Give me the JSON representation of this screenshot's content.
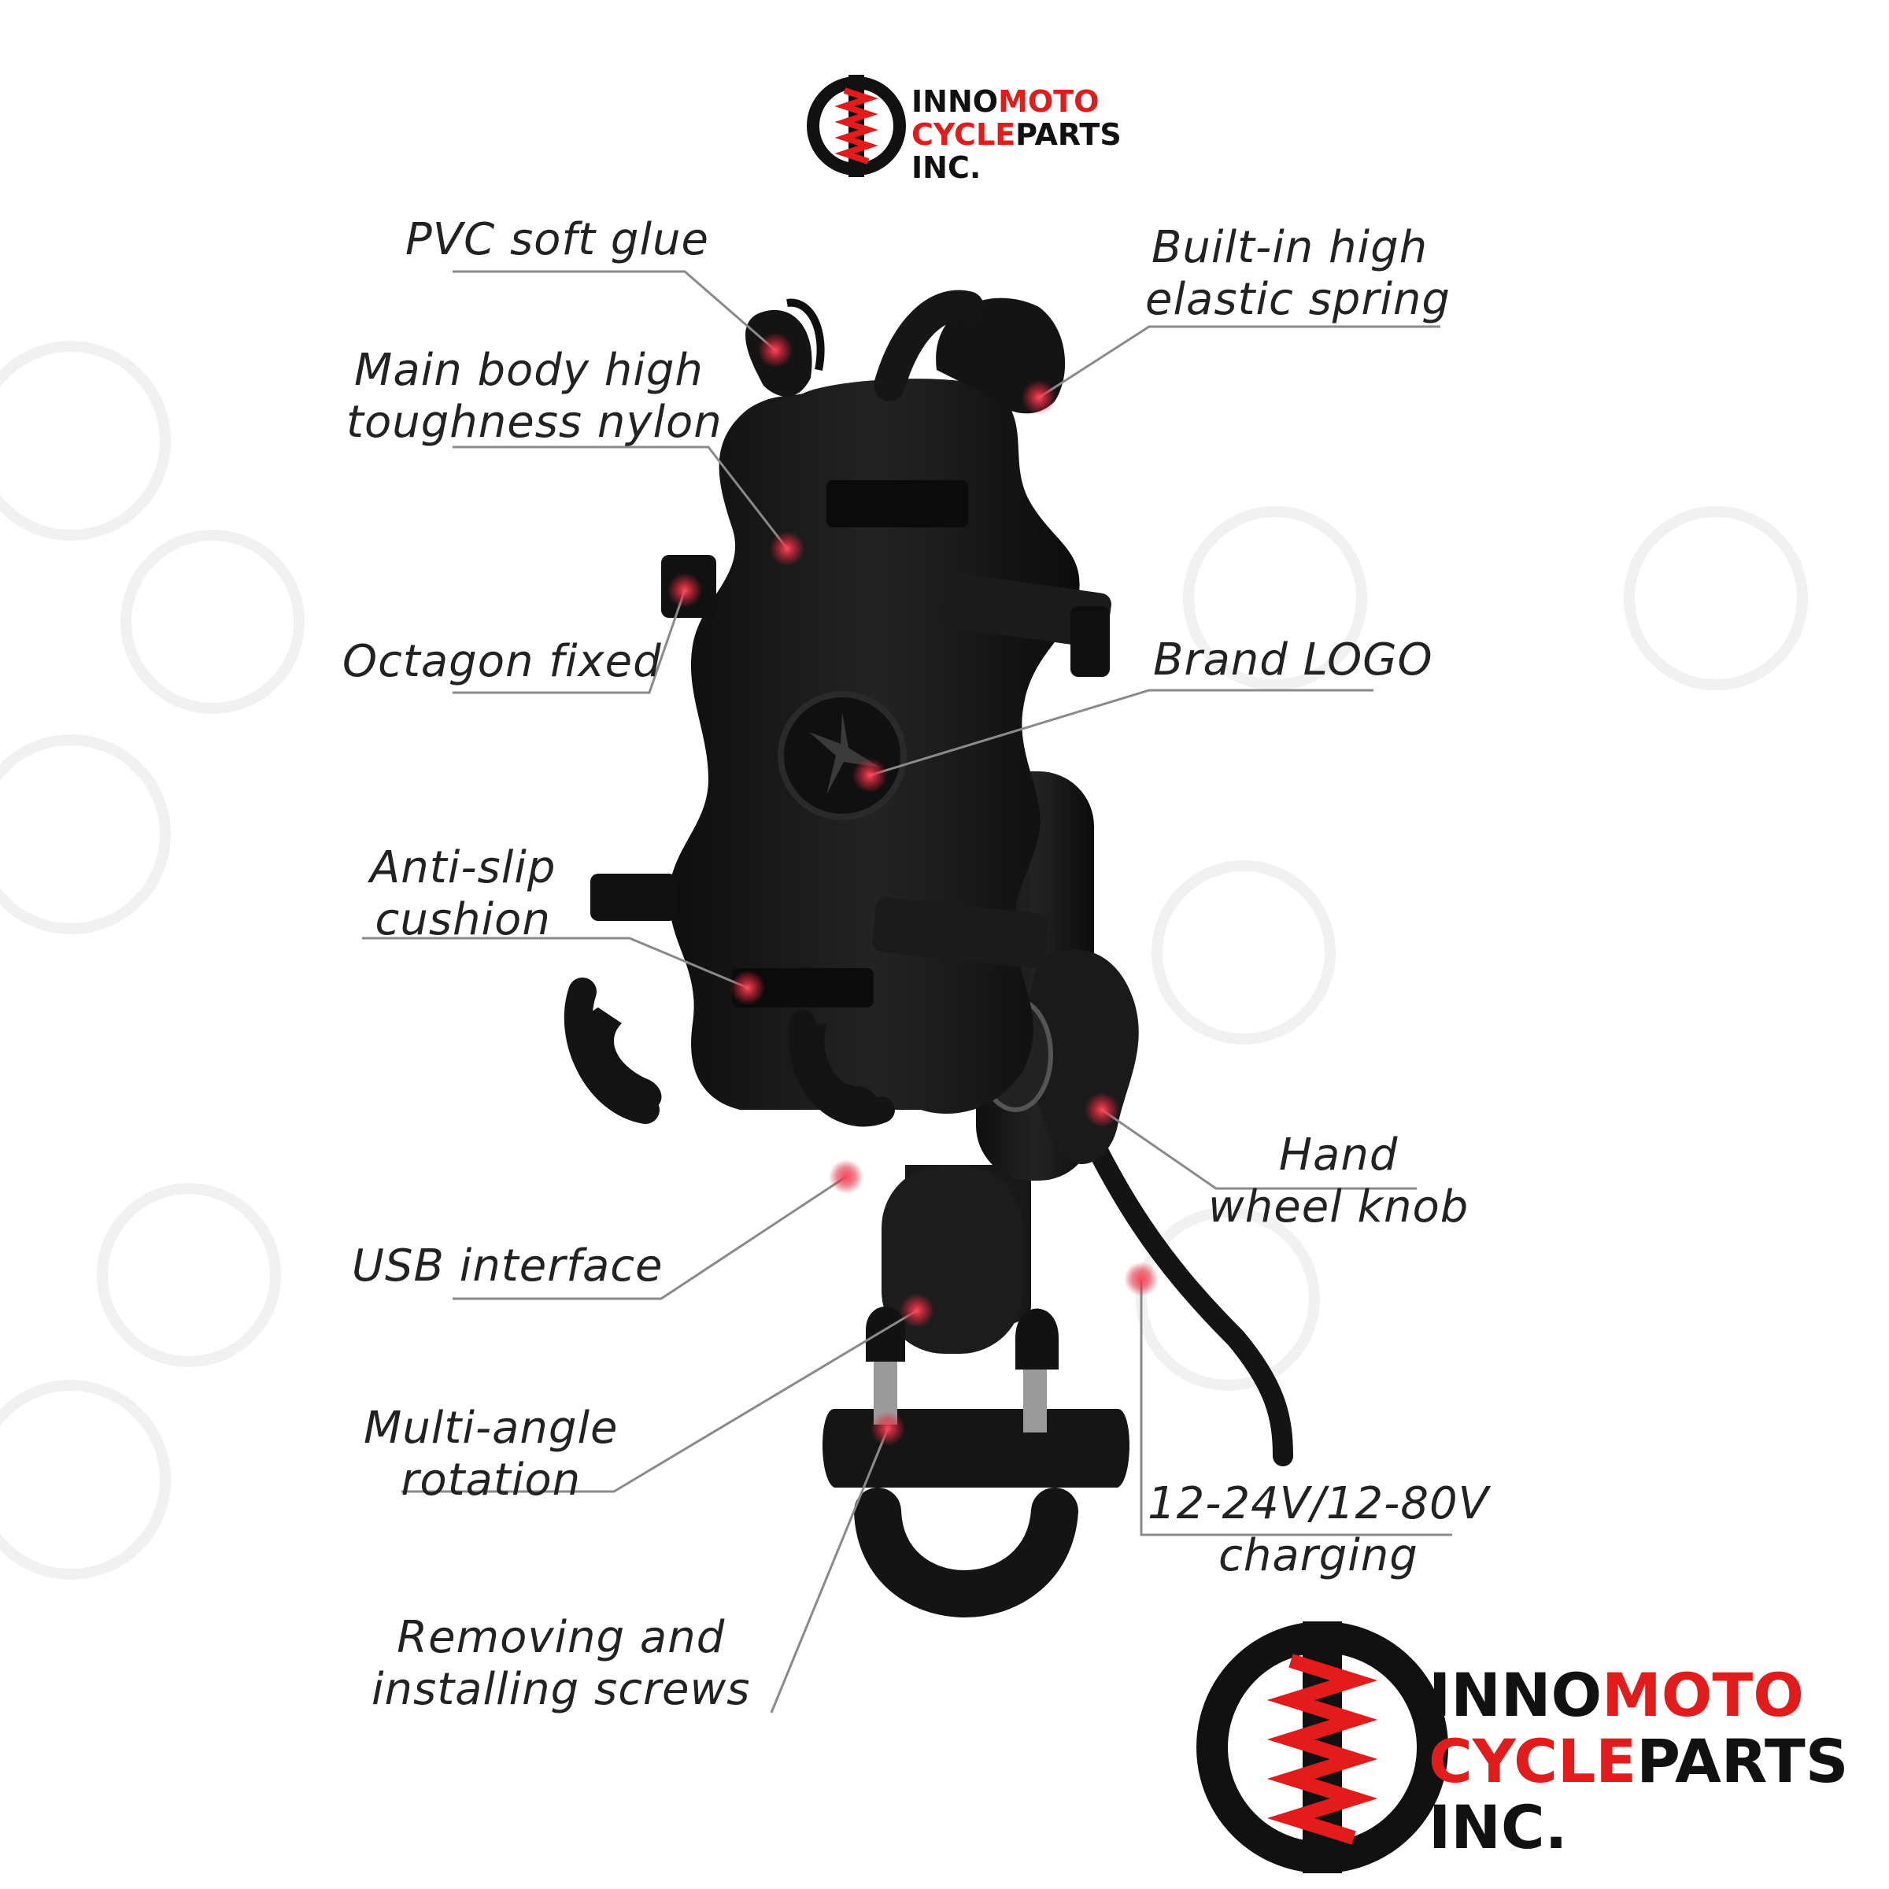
{
  "brand": {
    "word1_black": "INNO",
    "word1_red": "MOTO",
    "word2_red": "CYCLE",
    "word2_black": "PARTS",
    "word3": "INC.",
    "colors": {
      "red": "#e31b1b",
      "black": "#111111"
    }
  },
  "callouts": {
    "pvc": {
      "line1": "PVC soft glue"
    },
    "spring": {
      "line1": "Built-in high",
      "line2": "elastic spring"
    },
    "nylon": {
      "line1": "Main body high",
      "line2": "toughness nylon"
    },
    "octagon": {
      "line1": "Octagon fixed"
    },
    "logo": {
      "line1": "Brand LOGO"
    },
    "antislip": {
      "line1": "Anti-slip",
      "line2": "cushion"
    },
    "knob": {
      "line1": "Hand",
      "line2": "wheel knob"
    },
    "usb": {
      "line1": "USB interface"
    },
    "multi": {
      "line1": "Multi-angle",
      "line2": "rotation"
    },
    "voltage": {
      "line1": "12-24V/12-80V",
      "line2": "charging"
    },
    "screws": {
      "line1": "Removing and",
      "line2": "installing screws"
    }
  },
  "colors": {
    "marker": "#e0283c",
    "product": "#161616",
    "leader": "#8a8a8a"
  }
}
